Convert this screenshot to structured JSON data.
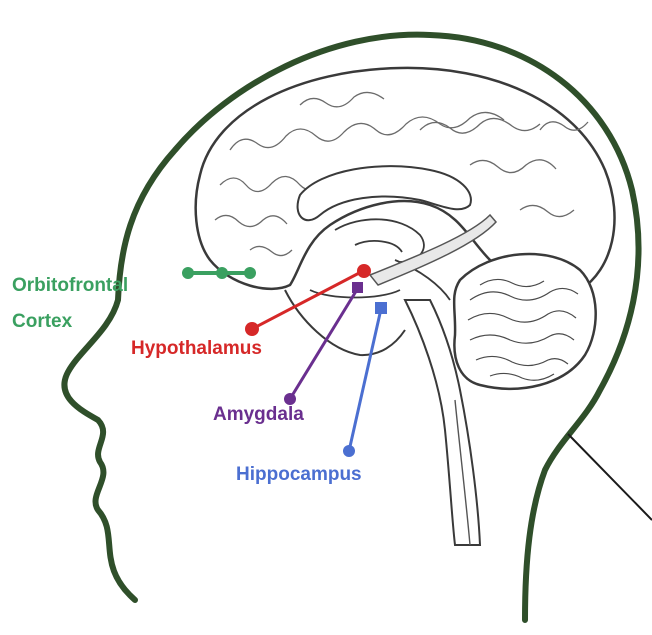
{
  "colors": {
    "head_outline": "#2f4f2a",
    "brain_outline": "#3a3a3a",
    "orbitofrontal": "#3aa060",
    "hypothalamus": "#d62828",
    "amygdala": "#6a2f8f",
    "hippocampus": "#4b6fd1"
  },
  "labels": {
    "orbitofrontal_line1": "Orbitofrontal",
    "orbitofrontal_line2": "Cortex",
    "hypothalamus": "Hypothalamus",
    "amygdala": "Amygdala",
    "hippocampus": "Hippocampus"
  }
}
